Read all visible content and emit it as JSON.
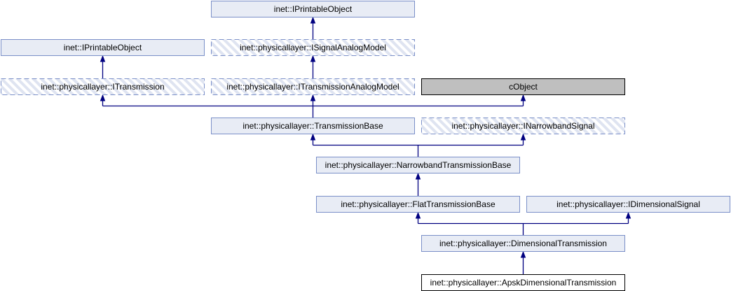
{
  "diagram": {
    "type": "inheritance-graph",
    "colors": {
      "box_fill": "#e8ecf5",
      "box_border": "#7a8fc8",
      "interface_hatch": "#d6dcee",
      "external_fill": "#bfbfbf",
      "current_fill": "#ffffff",
      "edge": "#000080"
    },
    "nodes": [
      {
        "id": "iprintable_top",
        "label": "inet::IPrintableObject",
        "kind": "class"
      },
      {
        "id": "iprintable_left",
        "label": "inet::IPrintableObject",
        "kind": "class"
      },
      {
        "id": "isignalanalogmodel",
        "label": "inet::physicallayer::ISignalAnalogModel",
        "kind": "interface"
      },
      {
        "id": "itransmission",
        "label": "inet::physicallayer::ITransmission",
        "kind": "interface"
      },
      {
        "id": "itransmissionanalogmodel",
        "label": "inet::physicallayer::ITransmissionAnalogModel",
        "kind": "interface"
      },
      {
        "id": "cobject",
        "label": "cObject",
        "kind": "external"
      },
      {
        "id": "transmissionbase",
        "label": "inet::physicallayer::TransmissionBase",
        "kind": "class"
      },
      {
        "id": "inarrowbandsignal",
        "label": "inet::physicallayer::INarrowbandSignal",
        "kind": "interface"
      },
      {
        "id": "narrowbandtransmissionbase",
        "label": "inet::physicallayer::NarrowbandTransmissionBase",
        "kind": "class"
      },
      {
        "id": "flattransmissionbase",
        "label": "inet::physicallayer::FlatTransmissionBase",
        "kind": "class"
      },
      {
        "id": "idimensionalsignal",
        "label": "inet::physicallayer::IDimensionalSignal",
        "kind": "class"
      },
      {
        "id": "dimensionaltransmission",
        "label": "inet::physicallayer::DimensionalTransmission",
        "kind": "class"
      },
      {
        "id": "apskdimensionaltransmission",
        "label": "inet::physicallayer::ApskDimensionalTransmission",
        "kind": "current"
      }
    ],
    "edges": [
      {
        "child": "isignalanalogmodel",
        "parents": [
          "iprintable_top"
        ]
      },
      {
        "child": "itransmission",
        "parents": [
          "iprintable_left"
        ]
      },
      {
        "child": "itransmissionanalogmodel",
        "parents": [
          "isignalanalogmodel"
        ]
      },
      {
        "child": "transmissionbase",
        "parents": [
          "itransmission",
          "itransmissionanalogmodel",
          "cobject"
        ]
      },
      {
        "child": "narrowbandtransmissionbase",
        "parents": [
          "transmissionbase",
          "inarrowbandsignal"
        ]
      },
      {
        "child": "flattransmissionbase",
        "parents": [
          "narrowbandtransmissionbase"
        ]
      },
      {
        "child": "dimensionaltransmission",
        "parents": [
          "flattransmissionbase",
          "idimensionalsignal"
        ]
      },
      {
        "child": "apskdimensionaltransmission",
        "parents": [
          "dimensionaltransmission"
        ]
      }
    ]
  }
}
